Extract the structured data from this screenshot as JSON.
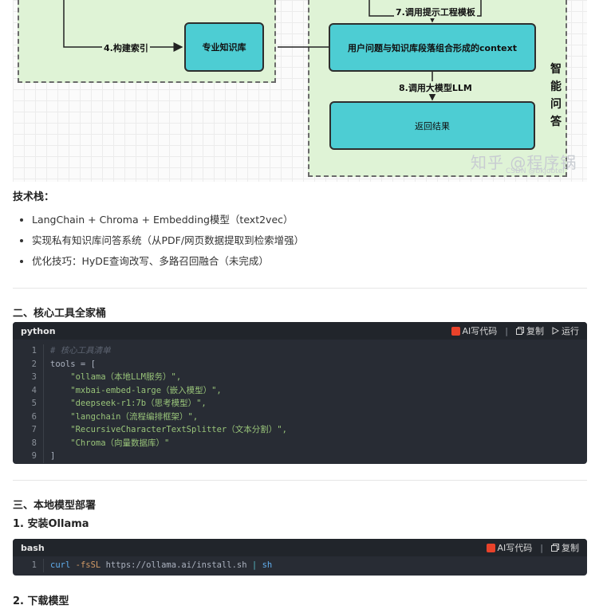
{
  "diagram": {
    "edge_build_index": "4.构建索引",
    "node_knowledge_base": "专业知识库",
    "edge_prompt_template": "7.调用提示工程模板",
    "node_context": "用户问题与知识库段落组合形成的context",
    "edge_call_llm": "8.调用大模型LLM",
    "node_return": "返回结果",
    "zone_label": "智能问答",
    "watermark": "知乎 @程序锅",
    "watermark_small": "CSDN @bkjobtel"
  },
  "tech_stack": {
    "label": "技术栈：",
    "items": [
      "LangChain + Chroma + Embedding模型（text2vec）",
      "实现私有知识库问答系统（从PDF/网页数据提取到检索增强）",
      "优化技巧：HyDE查询改写、多路召回融合（未完成）"
    ]
  },
  "section2": {
    "title": "二、核心工具全家桶"
  },
  "code1": {
    "lang": "python",
    "ai_label": "AI写代码",
    "copy_label": "复制",
    "run_label": "运行",
    "line_numbers": [
      "1",
      "2",
      "3",
      "4",
      "5",
      "6",
      "7",
      "8",
      "9"
    ],
    "lines": [
      {
        "text": "# 核心工具清单",
        "cls": "c-com"
      },
      {
        "text": "tools = [",
        "cls": ""
      },
      {
        "text": "    \"ollama（本地LLM服务）\",",
        "cls": "c-str"
      },
      {
        "text": "    \"mxbai-embed-large（嵌入模型）\",",
        "cls": "c-str"
      },
      {
        "text": "    \"deepseek-r1:7b（思考模型）\",",
        "cls": "c-str"
      },
      {
        "text": "    \"langchain（流程编排框架）\",",
        "cls": "c-str"
      },
      {
        "text": "    \"RecursiveCharacterTextSplitter（文本分割）\",",
        "cls": "c-str"
      },
      {
        "text": "    \"Chroma（向量数据库）\"",
        "cls": "c-str"
      },
      {
        "text": "]",
        "cls": ""
      }
    ]
  },
  "section3": {
    "title": "三、本地模型部署",
    "step1": "1. 安装Ollama",
    "step2": "2. 下载模型"
  },
  "code2": {
    "lang": "bash",
    "ai_label": "AI写代码",
    "copy_label": "复制",
    "line_numbers": [
      "1"
    ],
    "cmd": "curl",
    "flag": "-fsSL",
    "url": "https://ollama.ai/install.sh",
    "pipe": "|",
    "sh": "sh"
  }
}
